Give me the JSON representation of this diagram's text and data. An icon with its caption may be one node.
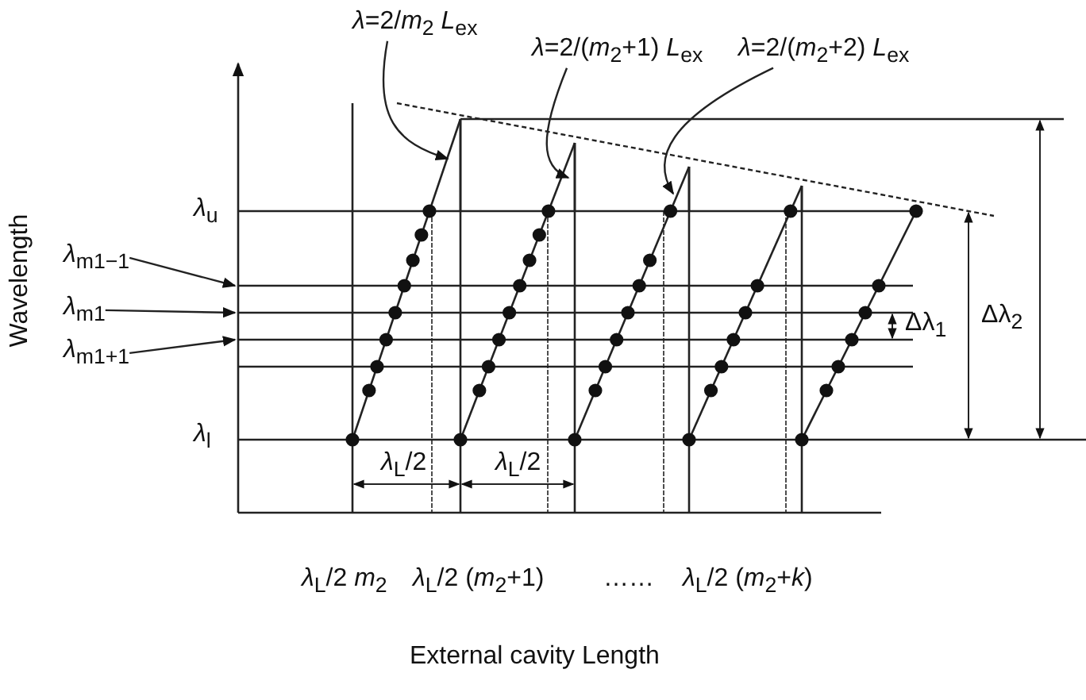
{
  "diagram": {
    "nodes": [
      {
        "text": [
          "*λ*=2/*m*$_{2}$ *L*$_{ex}$"
        ]
      },
      {
        "text": [
          "*λ*=2/(*m*$_{2}$+1) *L*$_{ex}$"
        ]
      },
      {
        "text": [
          "*λ*=2/(*m*$_{2}$+2) *L*$_{ex}$"
        ]
      },
      {
        "text": [
          "*λ*$_{m1−1}$"
        ]
      },
      {
        "text": [
          "*λ*$_{m1}$"
        ]
      },
      {
        "text": [
          "*λ*$_{m1+1}$"
        ]
      }
    ],
    "edges": [
      {
        "from": 0,
        "to": null,
        "arrow": "to"
      },
      {
        "from": 1,
        "to": null,
        "arrow": "to"
      },
      {
        "from": 2,
        "to": null,
        "arrow": "to"
      },
      {
        "from": 3,
        "to": null,
        "arrow": "to"
      },
      {
        "from": 4,
        "to": null,
        "arrow": "to"
      },
      {
        "from": 5,
        "to": null,
        "arrow": "to"
      }
    ],
    "labels": [
      "*λ*$_{u}$",
      "Wavelength",
      "Δλ$_{2}$",
      "Δλ$_{1}$",
      "*λ*$_{l}$",
      "*λ*$_{L}$/2",
      "*λ*$_{L}$/2",
      "*λ*$_{L}$/2 *m*$_{2}$",
      "*λ*$_{L}$/2 (*m*$_{2}$+1)",
      "……",
      "*λ*$_{L}$/2 (*m*$_{2}$+*k*)",
      "External cavity Length"
    ]
  }
}
